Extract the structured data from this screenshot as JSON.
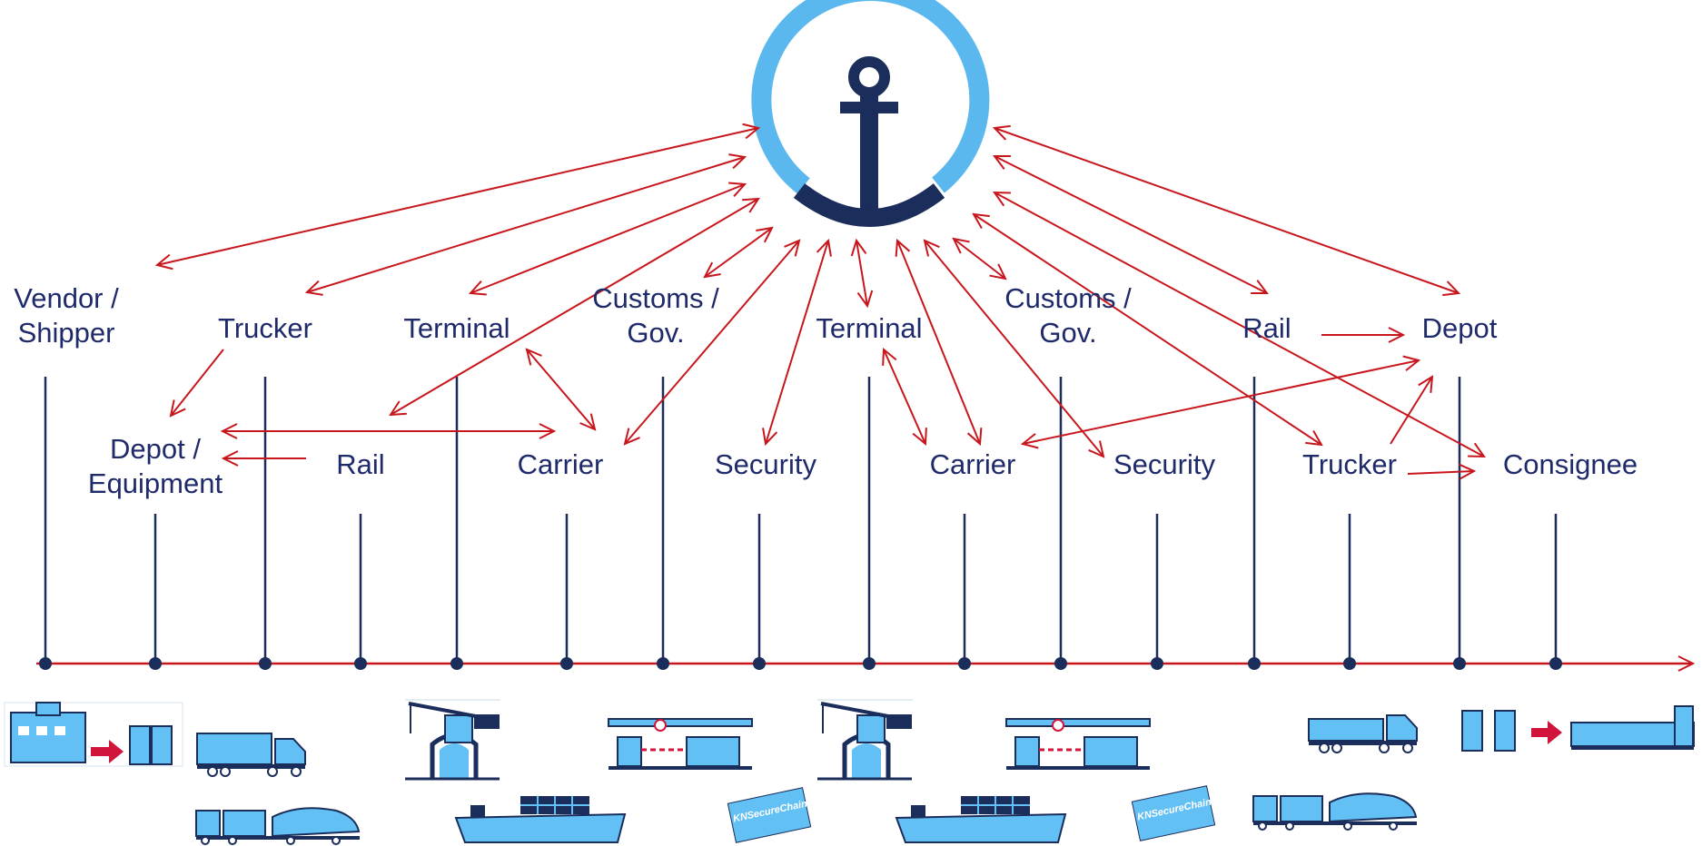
{
  "colors": {
    "navy": "#1b2d5a",
    "text": "#1f2a6b",
    "arrow": "#c8161d",
    "light_blue": "#5bb8ee",
    "icon_fill": "#62c0f4"
  },
  "logo": {
    "name": "anchor-ring-logo"
  },
  "timeline": {
    "top_row": [
      {
        "id": "vendor",
        "label": "Vendor /\nShipper"
      },
      {
        "id": "trucker1",
        "label": "Trucker"
      },
      {
        "id": "terminal1",
        "label": "Terminal"
      },
      {
        "id": "customs1",
        "label": "Customs /\nGov."
      },
      {
        "id": "terminal2",
        "label": "Terminal"
      },
      {
        "id": "customs2",
        "label": "Customs /\nGov."
      },
      {
        "id": "rail2",
        "label": "Rail"
      },
      {
        "id": "depot2",
        "label": "Depot"
      }
    ],
    "bottom_row": [
      {
        "id": "depot1",
        "label": "Depot /\nEquipment"
      },
      {
        "id": "rail1",
        "label": "Rail"
      },
      {
        "id": "carrier1",
        "label": "Carrier"
      },
      {
        "id": "security1",
        "label": "Security"
      },
      {
        "id": "carrier2",
        "label": "Carrier"
      },
      {
        "id": "security2",
        "label": "Security"
      },
      {
        "id": "trucker2",
        "label": "Trucker"
      },
      {
        "id": "consignee",
        "label": "Consignee"
      }
    ]
  },
  "icons": [
    {
      "name": "warehouse-to-containers-icon"
    },
    {
      "name": "truck-icon"
    },
    {
      "name": "truck-and-train-icon"
    },
    {
      "name": "port-crane-icon"
    },
    {
      "name": "container-ship-icon"
    },
    {
      "name": "customs-checkpoint-icon"
    },
    {
      "name": "kn-securechain-badge-icon",
      "text": "KNSecureChain"
    },
    {
      "name": "port-crane-icon"
    },
    {
      "name": "container-ship-icon"
    },
    {
      "name": "customs-checkpoint-icon"
    },
    {
      "name": "kn-securechain-badge-icon",
      "text": "KNSecureChain"
    },
    {
      "name": "truck-icon"
    },
    {
      "name": "truck-and-train-icon"
    },
    {
      "name": "containers-to-warehouse-icon"
    }
  ]
}
